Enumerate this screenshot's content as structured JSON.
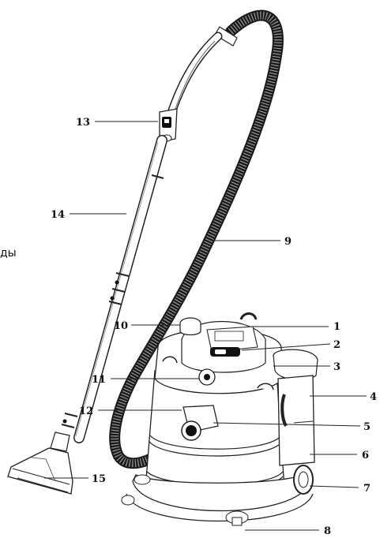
{
  "labels": {
    "l1": "1",
    "l2": "2",
    "l3": "3",
    "l4": "4",
    "l5": "5",
    "l6": "6",
    "l7": "7",
    "l8": "8",
    "l9": "9",
    "l10": "10",
    "l11": "11",
    "l12": "12",
    "l13": "13",
    "l14": "14",
    "l15": "15"
  },
  "edge_fragment": "ды",
  "colors": {
    "line": "#222222",
    "hose": "#1a1a1a",
    "fill": "#ffffff"
  }
}
